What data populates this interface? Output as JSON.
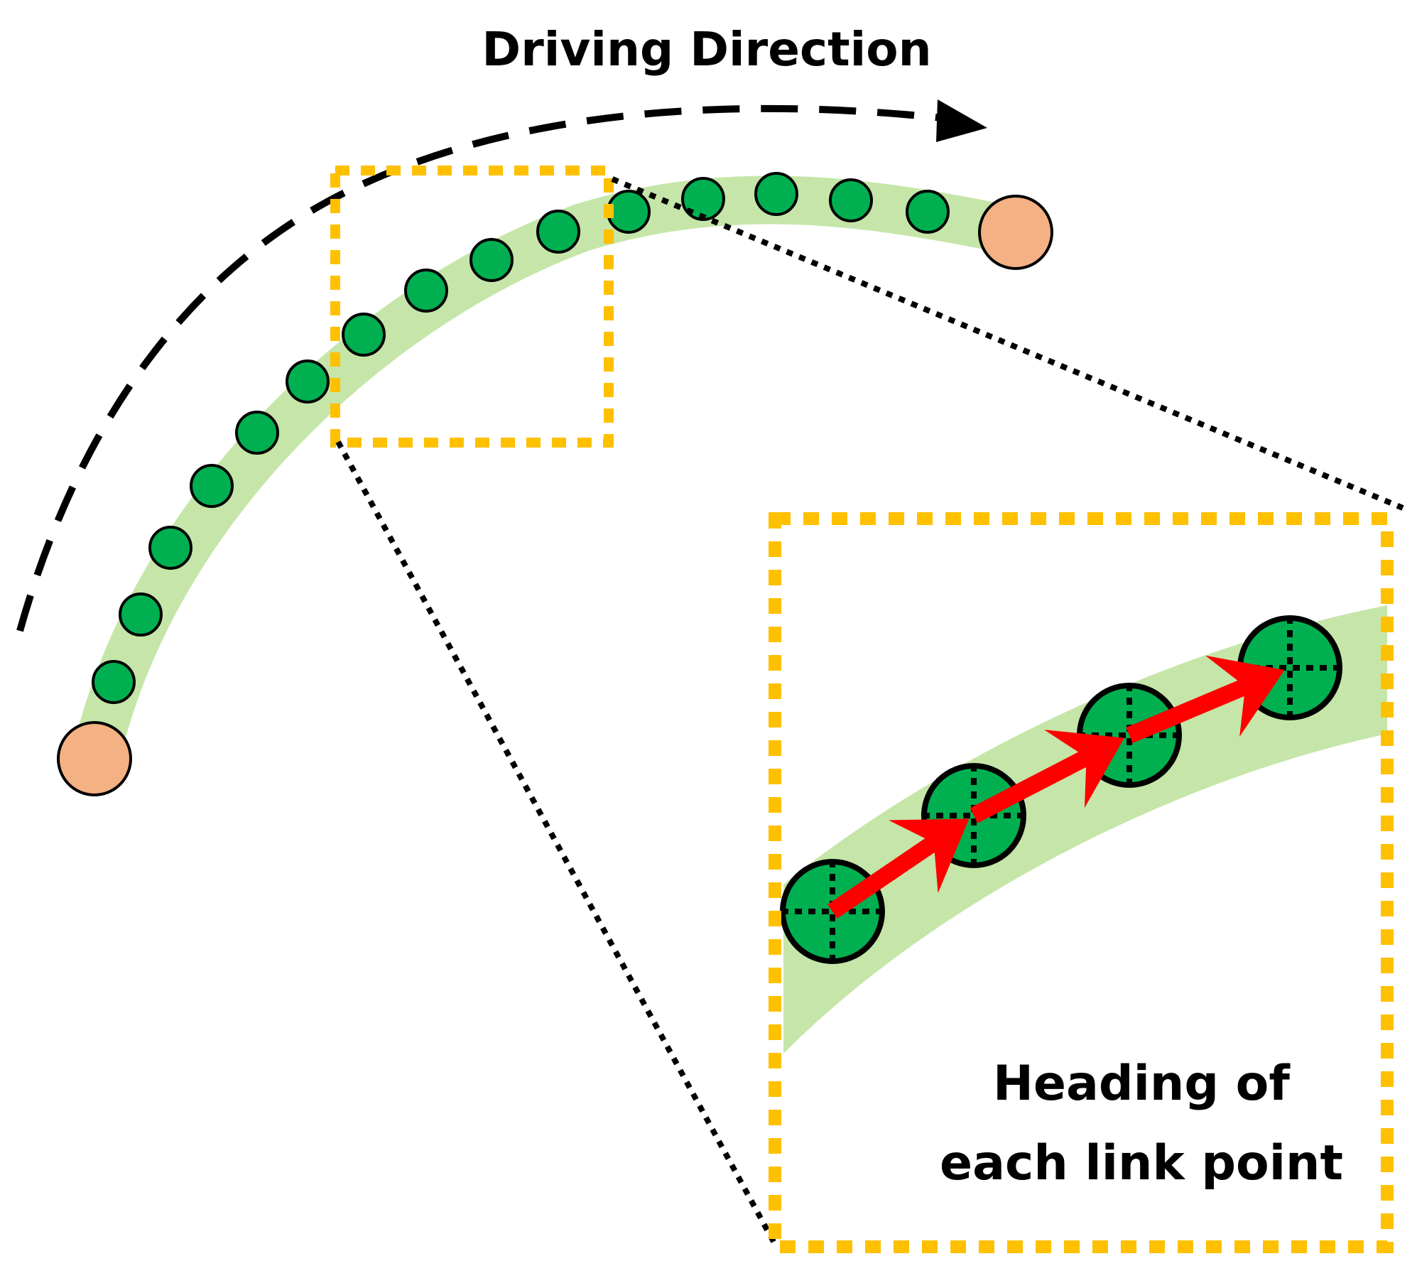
{
  "labels": {
    "driving_direction": "Driving Direction",
    "heading_line_1": "Heading of",
    "heading_line_2": "each link point"
  },
  "colors": {
    "road": "#c5e6a8",
    "link_point": "#00b050",
    "endpoint": "#f4b183",
    "outline": "#000000",
    "zoom_frame": "#ffc000",
    "heading_arrow": "#ff0000"
  },
  "icons": {
    "direction_arrow": "dashed-curved-arrow-icon",
    "heading_arrow": "red-arrow-icon",
    "crosshair": "dotted-crosshair-icon"
  }
}
